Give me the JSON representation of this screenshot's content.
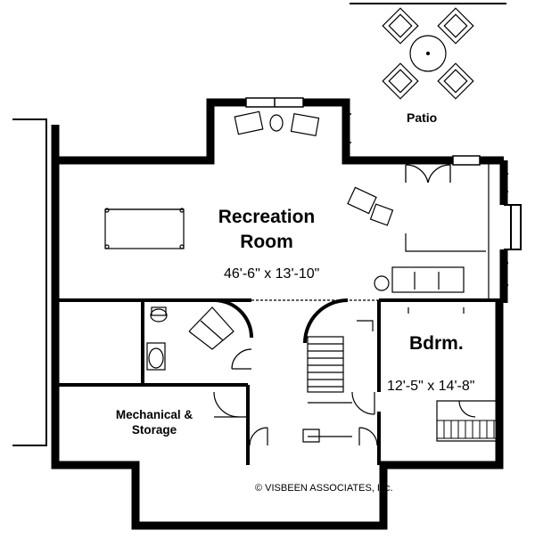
{
  "rooms": {
    "recreation": {
      "name_line1": "Recreation",
      "name_line2": "Room",
      "dimensions": "46'-6\" x 13'-10\""
    },
    "bedroom": {
      "name": "Bdrm.",
      "dimensions": "12'-5\" x 14'-8\""
    },
    "mechanical": {
      "name_line1": "Mechanical &",
      "name_line2": "Storage"
    },
    "patio": {
      "name": "Patio"
    }
  },
  "copyright": "© VISBEEN ASSOCIATES, Inc."
}
